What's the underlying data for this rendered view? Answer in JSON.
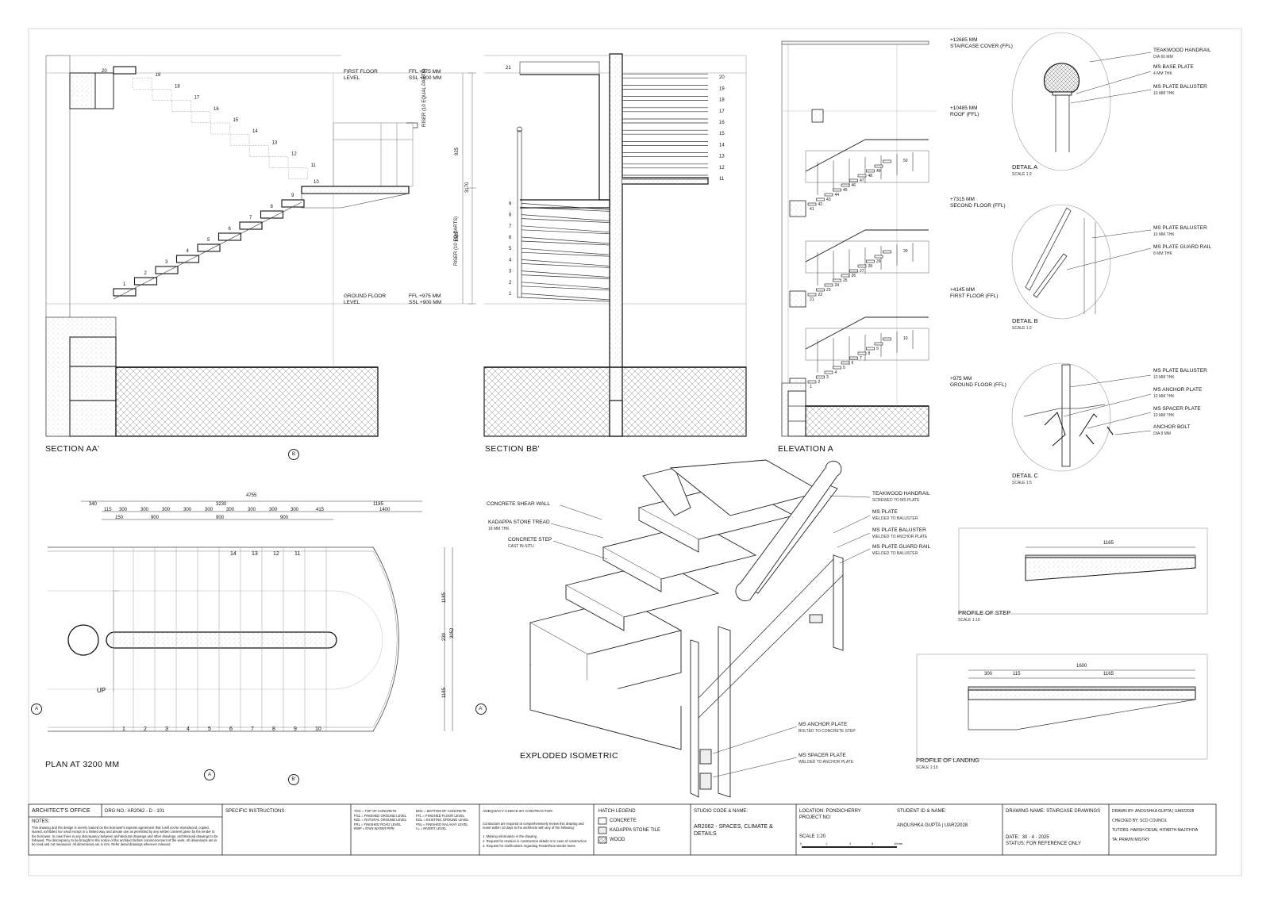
{
  "views": {
    "section_aa": {
      "title": "SECTION AA'",
      "tread_numbers": [
        "1",
        "2",
        "3",
        "4",
        "5",
        "6",
        "7",
        "8",
        "9",
        "10",
        "11",
        "12",
        "13",
        "14",
        "15",
        "16",
        "17",
        "18",
        "19",
        "20"
      ]
    },
    "section_bb": {
      "title": "SECTION BB'",
      "lower_numbers": [
        "1",
        "2",
        "3",
        "4",
        "5",
        "6",
        "7",
        "8",
        "9"
      ],
      "upper_numbers": [
        "11",
        "12",
        "13",
        "14",
        "15",
        "16",
        "17",
        "18",
        "19",
        "20",
        "21"
      ]
    },
    "elevation_a": {
      "title": "ELEVATION A"
    },
    "plan": {
      "title": "PLAN AT 3200 MM",
      "up_label": "UP",
      "tread_numbers_bottom": [
        "1",
        "2",
        "3",
        "4",
        "5",
        "6",
        "7",
        "8",
        "9",
        "10"
      ],
      "tread_numbers_top": [
        "14",
        "13",
        "12",
        "11"
      ]
    },
    "isometric": {
      "title": "EXPLODED ISOMETRIC"
    },
    "detail_a": {
      "title": "DETAIL A",
      "scale": "SCALE 1:2"
    },
    "detail_b": {
      "title": "DETAIL B",
      "scale": "SCALE 1:2"
    },
    "detail_c": {
      "title": "DETAIL C",
      "scale": "SCALE 1:5"
    },
    "profile_step": {
      "title": "PROFILE OF STEP",
      "scale": "SCALE 1:10",
      "dim_top": "1165"
    },
    "profile_landing": {
      "title": "PROFILE OF LANDING",
      "scale": "SCALE 1:10",
      "dims": [
        "1600",
        "300",
        "115",
        "1165"
      ]
    }
  },
  "levels": {
    "first_floor": {
      "name": "FIRST FLOOR",
      "name2": "LEVEL",
      "ffl": "FFL +975 MM",
      "ssl": "SSL +900 MM"
    },
    "ground_floor": {
      "name": "GROUND FLOOR",
      "name2": "LEVEL",
      "ffl": "FFL +975 MM",
      "ssl": "SSL +900 MM"
    }
  },
  "riser_notes": {
    "upper": "RISER (10 EQUAL PARTS)",
    "lower": "RISER (10 EQ PARTS)",
    "dims": [
      "925",
      "3170",
      "1585"
    ]
  },
  "elevation_levels": [
    {
      "value": "+12685 MM",
      "name": "STAIRCASE COVER (FFL)"
    },
    {
      "value": "+10485 MM",
      "name": "ROOF (FFL)"
    },
    {
      "value": "+7315 MM",
      "name": "SECOND FLOOR (FFL)"
    },
    {
      "value": "+4145 MM",
      "name": "FIRST FLOOR (FFL)"
    },
    {
      "value": "+975 MM",
      "name": "GROUND FLOOR (FFL)"
    }
  ],
  "elevation_step_numbers": {
    "flight3": [
      "41",
      "42",
      "43",
      "44",
      "45",
      "46",
      "47",
      "48",
      "49",
      "50"
    ],
    "flight2": [
      "21",
      "22",
      "23",
      "24",
      "25",
      "26",
      "27",
      "28",
      "29",
      "30"
    ],
    "flight1": [
      "1",
      "2",
      "3",
      "4",
      "5",
      "6",
      "7",
      "8",
      "9",
      "10"
    ]
  },
  "detail_annotations": {
    "a": [
      {
        "label": "TEAKWOOD HANDRAIL",
        "sub": "DIA 60 MM"
      },
      {
        "label": "MS BASE PLATE",
        "sub": "4 MM THK"
      },
      {
        "label": "MS PLATE BALUSTER",
        "sub": "10 MM THK"
      }
    ],
    "b": [
      {
        "label": "MS PLATE BALUSTER",
        "sub": "10 MM THK"
      },
      {
        "label": "MS PLATE GUARD RAIL",
        "sub": "8 MM THK"
      }
    ],
    "c": [
      {
        "label": "MS PLATE BALUSTER",
        "sub": "10 MM THK"
      },
      {
        "label": "MS ANCHOR PLATE",
        "sub": "10 MM THK"
      },
      {
        "label": "MS SPACER PLATE",
        "sub": "10 MM THK"
      },
      {
        "label": "ANCHOR BOLT",
        "sub": "DIA 8 MM"
      }
    ]
  },
  "iso_annotations": {
    "left": [
      {
        "label": "CONCRETE SHEAR WALL",
        "sub": ""
      },
      {
        "label": "KADAPPA STONE TREAD",
        "sub": "18 MM THK"
      },
      {
        "label": "CONCRETE STEP",
        "sub": "CAST IN-SITU"
      }
    ],
    "right": [
      {
        "label": "TEAKWOOD HANDRAIL",
        "sub": "SCREWED TO MS PLATE"
      },
      {
        "label": "MS PLATE",
        "sub": "WELDED TO BALUSTER"
      },
      {
        "label": "MS PLATE BALUSTER",
        "sub": "WELDED TO ANCHOR PLATE"
      },
      {
        "label": "MS PLATE GUARD RAIL",
        "sub": "WELDED TO BALUSTER"
      }
    ],
    "bottom": [
      {
        "label": "MS ANCHOR PLATE",
        "sub": "BOLTED TO CONCRETE STEP"
      },
      {
        "label": "MS SPACER PLATE",
        "sub": "WELDED TO ANCHOR PLATE"
      }
    ]
  },
  "plan_dims": {
    "overall": "4755",
    "row1": [
      "340",
      "3230",
      "1185"
    ],
    "row2": [
      "115",
      "300",
      "300",
      "300",
      "300",
      "300",
      "300",
      "300",
      "300",
      "300",
      "415",
      "1400"
    ],
    "row3": [
      "150",
      "900",
      "900",
      "900"
    ],
    "right": [
      "1185",
      "230",
      "3052",
      "1185"
    ]
  },
  "section_markers": {
    "a": "A",
    "a2": "A'",
    "b": "B",
    "b2": "B'"
  },
  "title_block": {
    "office": "ARCHITECT'S OFFICE",
    "drg_no": "DRG NO.: AR2062 - D - 101",
    "notes_title": "NOTES:",
    "notes": "This drawing and the design is merely loaned on the borrower's express agreement that it will not be reproduced, copied, loaned, exhibited nor used except in a limited way and private use as permitted by any written consent given by the lender to the borrower. In case there is any discrepancy between architectural drawings and other drawings, architectural drawings to be followed. The discrepancy to be brought to the notice of the architect before commencement of the work. All dimensions are to be read and not measured. All dimensions are in mm. Refer detail drawings wherever relevant.",
    "specific": "SPECIFIC INSTRUCTIONS:",
    "abbr_left": [
      "TOC  = TOP OF CONCRETE",
      "FGL  = FINISHED GROUND LEVEL",
      "NGL  = NATURAL GROUND LEVEL",
      "FRL  = FINISHED ROAD LEVEL",
      "RWP  = RAIN WATER PIPE"
    ],
    "abbr_right": [
      "BOC  = BOTTOM OF CONCRETE",
      "FFL  = FINISHED FLOOR LEVEL",
      "EGL = EXISTING GROUND LEVEL",
      "FNL = FINISHED NALAVAY LEVEL",
      "I.L = INVERT LEVEL"
    ],
    "adequacy_title": "ADEQUACY CHECK BY CONTRACTOR:",
    "adequacy": "Contractors are required to comprehensively review this drawing and revert within 10 days to the architects with any of the following:",
    "adequacy_items": [
      "1.   Missing information in the drawing",
      "2.   Request for revision in construction details or in case of construction",
      "3.   Request for clarifications regarding Tender/Non-tender items"
    ],
    "hatch_title": "HATCH LEGEND",
    "hatch_items": [
      "CONCRETE",
      "KADAPPA STONE TILE",
      "WOOD"
    ],
    "studio_label": "STUDIO CODE & NAME:",
    "studio_name": "AR2062 - SPACES, CLIMATE & DETAILS",
    "location": "LOCATION: PONDICHERRY",
    "project": "PROJECT NO:",
    "student_label": "STUDENT ID & NAME:",
    "student_name": "ANOUSHKA GUPTA | UAR22028",
    "scale": "SCALE 1:20",
    "scale_bar": [
      "0",
      "1",
      "2",
      "5",
      "10mm"
    ],
    "drawing_name": "DRAWING NAME: STAIRCASE DRAWINGS",
    "date_label": "DATE:",
    "date": "30 - 4 - 2025",
    "status": "STATUS: FOR REFERENCE ONLY",
    "drawn_by": "DRAWN BY: ANOUSHKA GUPTA | UAR22028",
    "checked_by": "CHECKED BY: SCD COUNCIL",
    "tutors": "TUTORS: HARSH DESAI, HITARTH MAJITHIYA",
    "ta": "TA: PRAVIN MISTRY"
  }
}
